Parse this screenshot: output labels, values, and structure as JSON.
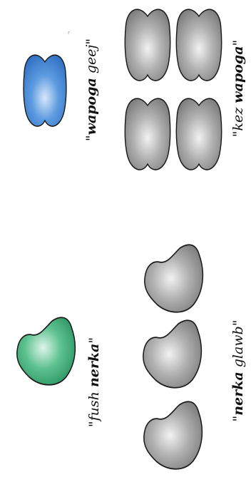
{
  "colors": {
    "green_blob": "#2fa06b",
    "blue_pill": "#3a7fd0",
    "gray_shape": "#8a8a8a",
    "caption_text": "#111111"
  },
  "captions": {
    "fush_nerka": {
      "open": "\"fush ",
      "bold": "nerka",
      "close": "\""
    },
    "nerka_glawb": {
      "open": "\"",
      "bold": "nerka",
      "tail": " glawb\""
    },
    "wapoga_geej": {
      "open": "\"",
      "bold": "wapoga",
      "tail": " geej\""
    },
    "kez_wapoga": {
      "open": "\"kez ",
      "bold": "wapoga",
      "close": "\""
    }
  },
  "groups": {
    "singular_blob": {
      "shape": "blob",
      "color": "green",
      "count": 1
    },
    "plural_blobs": {
      "shape": "blob",
      "color": "gray",
      "count": 3
    },
    "singular_pill": {
      "shape": "pill",
      "color": "blue",
      "count": 1
    },
    "plural_pills": {
      "shape": "pill",
      "color": "gray",
      "count": 4
    }
  }
}
